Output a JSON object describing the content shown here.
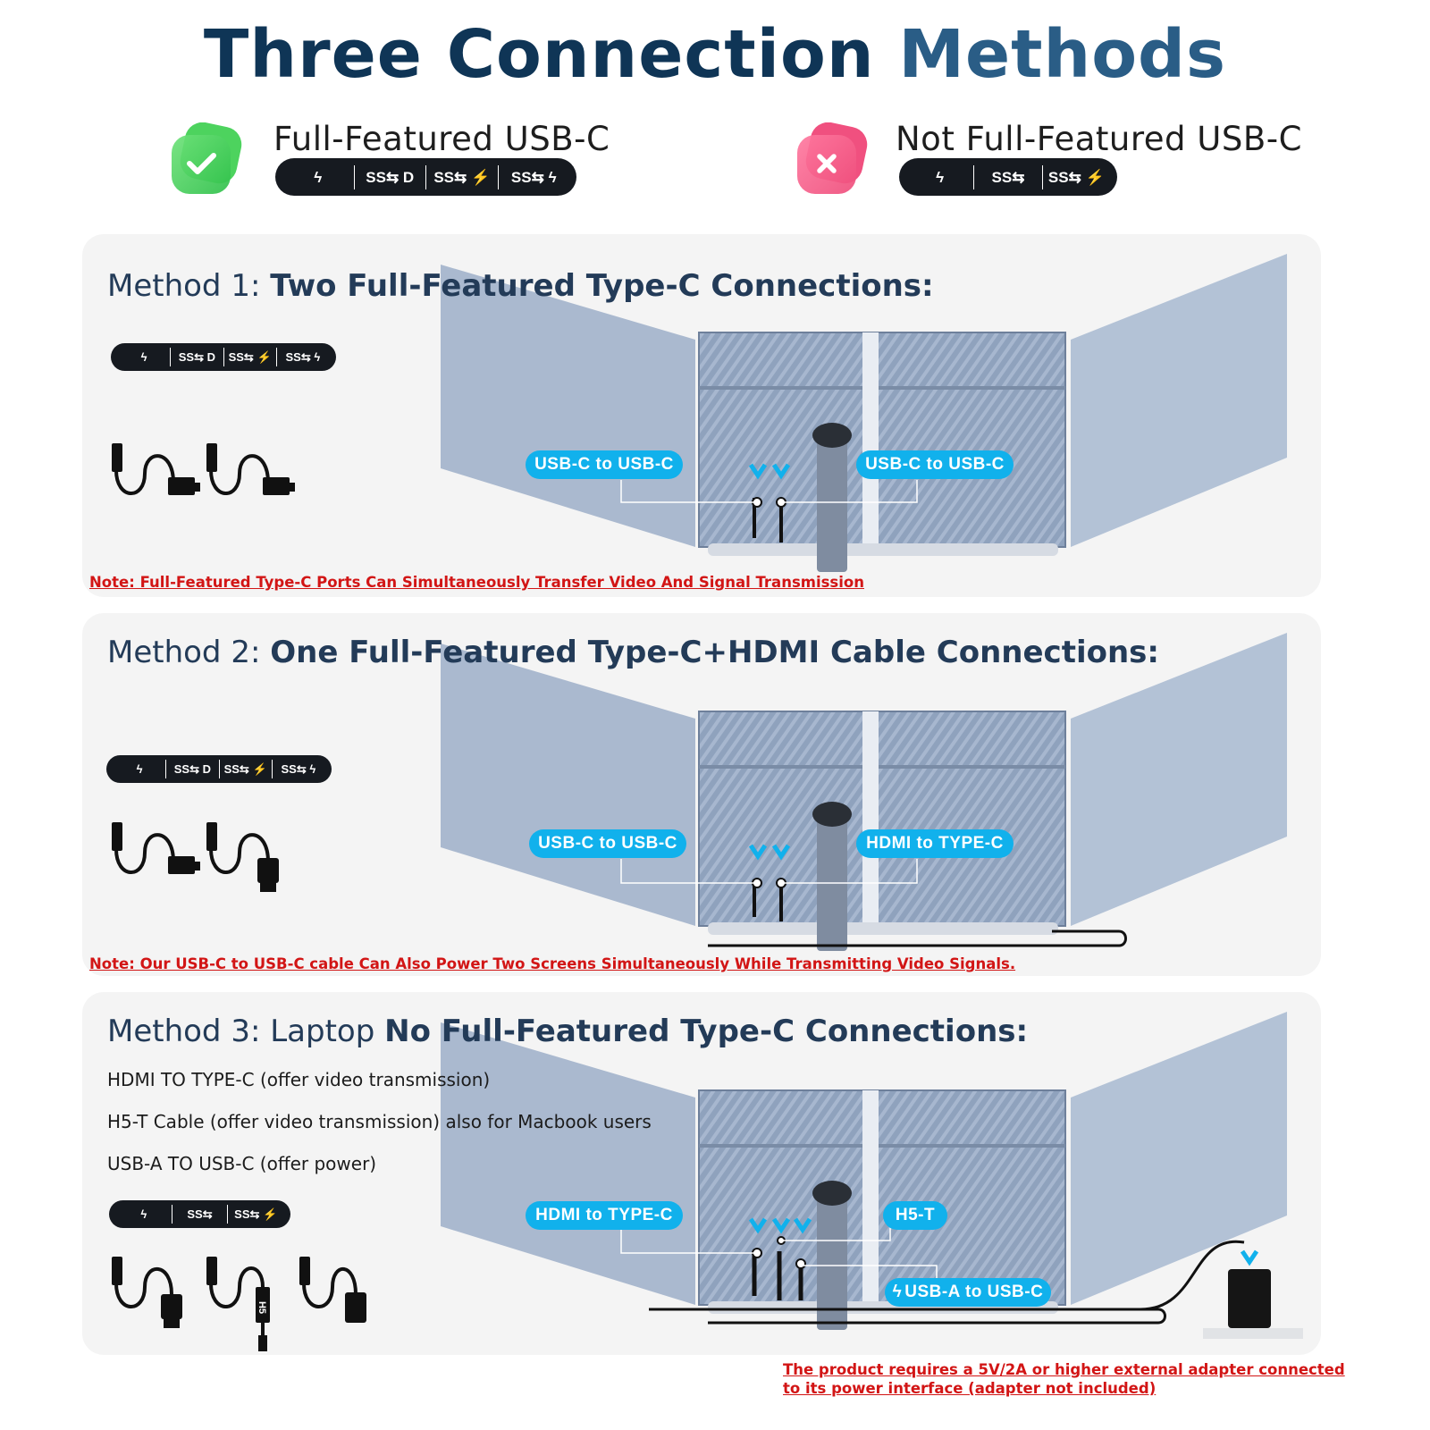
{
  "title": {
    "part1": "Three Connection",
    "part2": "Methods"
  },
  "legend": {
    "full": {
      "label": "Full-Featured USB-C",
      "icon": "check-icon",
      "ports": [
        "ϟ",
        "SS⇆ D",
        "SS⇆ ⚡",
        "SS⇆ ϟ"
      ]
    },
    "not_full": {
      "label": "Not Full-Featured USB-C",
      "icon": "cross-icon",
      "ports": [
        "ϟ",
        "SS⇆",
        "SS⇆ ⚡"
      ]
    }
  },
  "methods": [
    {
      "label": "Method 1:",
      "title": "Two Full-Featured Type-C Connections:",
      "ports": [
        "ϟ",
        "SS⇆ D",
        "SS⇆ ⚡",
        "SS⇆ ϟ"
      ],
      "cables": [
        "USB-C to USB-C",
        "USB-C to USB-C"
      ],
      "note": "Note: Full-Featured Type-C Ports Can Simultaneously Transfer Video And Signal Transmission"
    },
    {
      "label": "Method 2:",
      "title": "One Full-Featured Type-C+HDMI Cable Connections:",
      "ports": [
        "ϟ",
        "SS⇆ D",
        "SS⇆ ⚡",
        "SS⇆ ϟ"
      ],
      "cables": [
        "USB-C to USB-C",
        "HDMI to TYPE-C"
      ],
      "note": "Note: Our USB-C to USB-C cable Can Also Power Two Screens Simultaneously While Transmitting Video Signals."
    },
    {
      "label": "Method 3:",
      "title_plain": "Laptop",
      "title": "No Full-Featured Type-C Connections:",
      "lines": [
        "HDMI TO TYPE-C (offer video transmission)",
        "H5-T Cable (offer video transmission) also for Macbook users",
        "USB-A TO USB-C (offer power)"
      ],
      "ports": [
        "ϟ",
        "SS⇆",
        "SS⇆ ⚡"
      ],
      "cables": [
        "HDMI to TYPE-C",
        "H5-T",
        "USB-A to USB-C"
      ],
      "cable_tag": "H5",
      "note_line1": "The product requires a 5V/2A or higher external adapter connected",
      "note_line2": "to its power interface (adapter not included)"
    }
  ],
  "colors": {
    "title_dark": "#0f3556",
    "title_accent": "#2a5d86",
    "label_blue": "#11b1ec",
    "note_red": "#d21515",
    "check_green": "#3fd05a",
    "cross_pink": "#f25a86",
    "device_blue": "#a9b8cf"
  }
}
